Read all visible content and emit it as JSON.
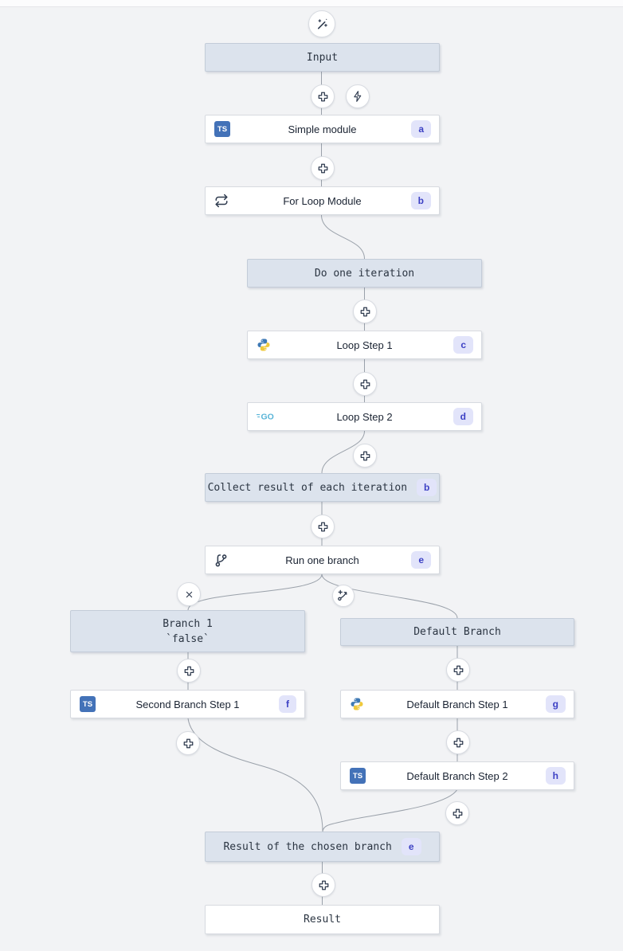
{
  "flow": {
    "nodes": [
      {
        "id": "input",
        "label": "Input",
        "kind": "virtual"
      },
      {
        "id": "simple-module",
        "label": "Simple module",
        "badge": "a",
        "kind": "module",
        "icon": "typescript-icon"
      },
      {
        "id": "for-loop-module",
        "label": "For Loop Module",
        "badge": "b",
        "kind": "module",
        "icon": "repeat-icon"
      },
      {
        "id": "do-one-iteration",
        "label": "Do one iteration",
        "kind": "virtual"
      },
      {
        "id": "loop-step-1",
        "label": "Loop Step 1",
        "badge": "c",
        "kind": "module",
        "icon": "python-icon"
      },
      {
        "id": "loop-step-2",
        "label": "Loop Step 2",
        "badge": "d",
        "kind": "module",
        "icon": "go-icon"
      },
      {
        "id": "collect-result",
        "label": "Collect result of each iteration",
        "badge": "b",
        "kind": "virtual"
      },
      {
        "id": "run-one-branch",
        "label": "Run one branch",
        "badge": "e",
        "kind": "module",
        "icon": "git-branch-icon"
      },
      {
        "id": "branch-1",
        "label": "Branch 1",
        "sublabel": "`false`",
        "kind": "virtual"
      },
      {
        "id": "default-branch",
        "label": "Default Branch",
        "kind": "virtual"
      },
      {
        "id": "second-branch-step-1",
        "label": "Second Branch Step 1",
        "badge": "f",
        "kind": "module",
        "icon": "typescript-icon"
      },
      {
        "id": "default-branch-step-1",
        "label": "Default Branch Step 1",
        "badge": "g",
        "kind": "module",
        "icon": "python-icon"
      },
      {
        "id": "default-branch-step-2",
        "label": "Default Branch Step 2",
        "badge": "h",
        "kind": "module",
        "icon": "typescript-icon"
      },
      {
        "id": "result-chosen-branch",
        "label": "Result of the chosen branch",
        "badge": "e",
        "kind": "virtual"
      },
      {
        "id": "result",
        "label": "Result",
        "kind": "endpoint"
      }
    ],
    "icons": {
      "wand_sparkles": "magic-wand-with-sparkles",
      "add_step": "plus-cross-outline",
      "trigger": "lightning-bolt",
      "repeat": "loop-repeat-arrows",
      "git_branch": "branch-with-nodes",
      "remove_branch": "x-cross",
      "add_branch": "branch-plus-arrow",
      "typescript_label": "TS",
      "go_label": "GO",
      "python": "python-two-snakes-logo"
    },
    "colors": {
      "canvas": "#f2f3f5",
      "virtual_node_bg": "#dce3ed",
      "virtual_node_border": "#c3ccd8",
      "node_bg": "#ffffff",
      "node_border": "#d7dae0",
      "badge_bg": "#e2e4fa",
      "badge_text": "#3d41c4",
      "typescript_blue": "#4372b8",
      "python_blue": "#3e79b4",
      "python_yellow": "#efc93d",
      "go_cyan": "#5ab5d8",
      "icon_dark": "#2e3a4e",
      "connector": "#9aa1aa"
    }
  }
}
